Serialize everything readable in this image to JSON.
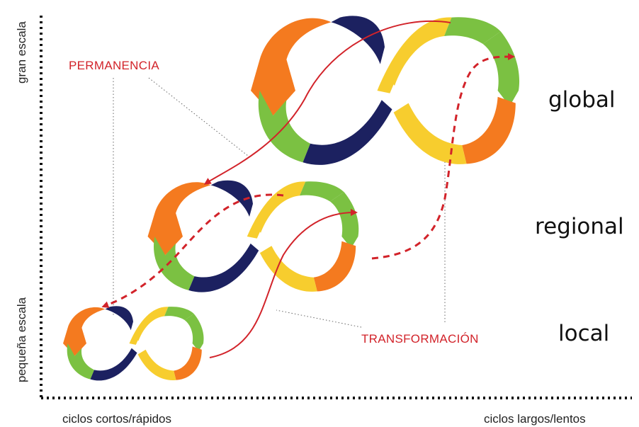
{
  "labels": {
    "permanencia": "PERMANENCIA",
    "transformacion": "TRANSFORMACIÓN"
  },
  "scales": {
    "global": "global",
    "regional": "regional",
    "local": "local"
  },
  "axes": {
    "y_top": "gran escala",
    "y_bottom": "pequeña escala",
    "x_left": "ciclos cortos/rápidos",
    "x_right": "ciclos largos/lentos"
  },
  "colors": {
    "navy": "#1c2160",
    "yellow": "#f7cd2e",
    "orange": "#f47a1f",
    "green": "#7bc142",
    "red": "#d2232a"
  }
}
